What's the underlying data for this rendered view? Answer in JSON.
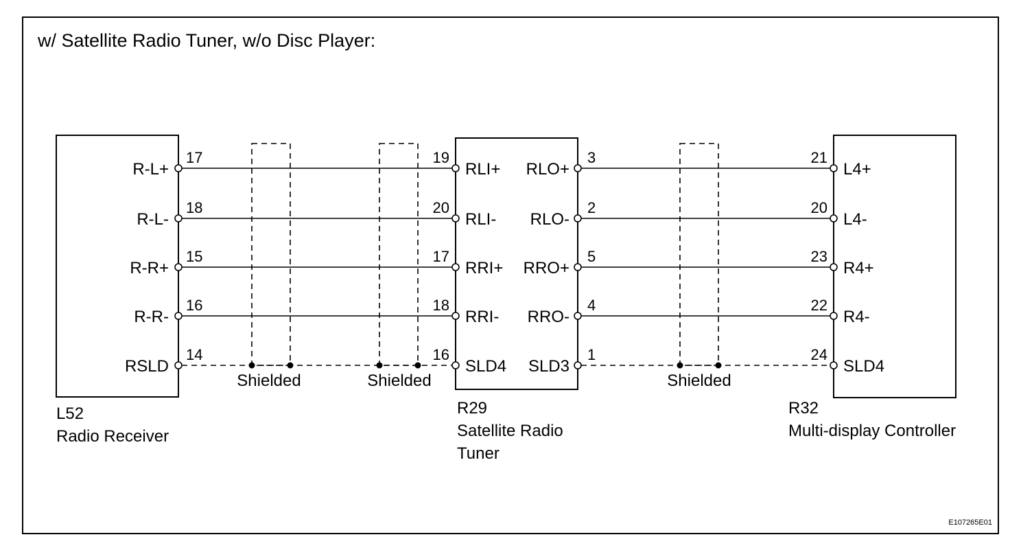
{
  "diagram": {
    "title": "w/ Satellite Radio Tuner, w/o Disc Player:",
    "shield_label": "Shielded",
    "reference_code": "E107265E01",
    "components": {
      "left": {
        "code": "L52",
        "name_lines": [
          "Radio Receiver"
        ]
      },
      "middle": {
        "code": "R29",
        "name_lines": [
          "Satellite Radio",
          "Tuner"
        ]
      },
      "right": {
        "code": "R32",
        "name_lines": [
          "Multi-display Controller"
        ]
      }
    },
    "circuits": [
      {
        "left_label": "R-L+",
        "left_pin": "17",
        "mid_in_pin": "19",
        "mid_in_label": "RLI+",
        "mid_out_label": "RLO+",
        "mid_out_pin": "3",
        "right_pin": "21",
        "right_label": "L4+",
        "shield": false
      },
      {
        "left_label": "R-L-",
        "left_pin": "18",
        "mid_in_pin": "20",
        "mid_in_label": "RLI-",
        "mid_out_label": "RLO-",
        "mid_out_pin": "2",
        "right_pin": "20",
        "right_label": "L4-",
        "shield": false
      },
      {
        "left_label": "R-R+",
        "left_pin": "15",
        "mid_in_pin": "17",
        "mid_in_label": "RRI+",
        "mid_out_label": "RRO+",
        "mid_out_pin": "5",
        "right_pin": "23",
        "right_label": "R4+",
        "shield": false
      },
      {
        "left_label": "R-R-",
        "left_pin": "16",
        "mid_in_pin": "18",
        "mid_in_label": "RRI-",
        "mid_out_label": "RRO-",
        "mid_out_pin": "4",
        "right_pin": "22",
        "right_label": "R4-",
        "shield": false
      },
      {
        "left_label": "RSLD",
        "left_pin": "14",
        "mid_in_pin": "16",
        "mid_in_label": "SLD4",
        "mid_out_label": "SLD3",
        "mid_out_pin": "1",
        "right_pin": "24",
        "right_label": "SLD4",
        "shield": true
      }
    ]
  }
}
